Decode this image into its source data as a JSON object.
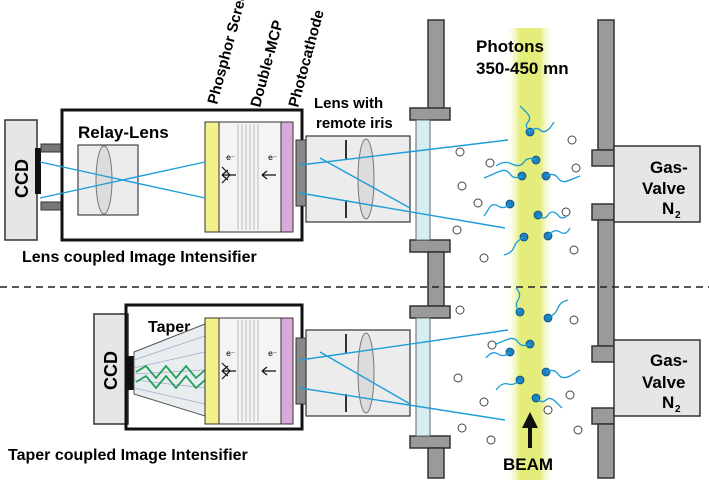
{
  "labels": {
    "phosphor_screen": "Phosphor Screen",
    "double_mcp": "Double-MCP",
    "photocathode": "Photocathode",
    "photons_line1": "Photons",
    "photons_line2": "350-450 mn",
    "lens_with": "Lens with",
    "remote_iris": "remote iris",
    "relay_lens": "Relay-Lens",
    "ccd_top": "CCD",
    "ccd_bottom": "CCD",
    "lens_coupled": "Lens coupled Image Intensifier",
    "taper": "Taper",
    "taper_coupled": "Taper coupled Image Intensifier",
    "gas_valve_top_1": "Gas-",
    "gas_valve_top_2": "Valve",
    "gas_valve_top_n": "N",
    "gas_valve_top_sub": "2",
    "gas_valve_bot_1": "Gas-",
    "gas_valve_bot_2": "Valve",
    "gas_valve_bot_n": "N",
    "gas_valve_bot_sub": "2",
    "beam": "BEAM",
    "electron": "e⁻"
  },
  "colors": {
    "beam": "#e8ef8a",
    "phosphor": "#f4f08a",
    "photocathode": "#d9a9d9",
    "light_ray": "#1e9ed8",
    "particle": "#1e7fc0",
    "gray_box": "#e6e6e6",
    "taper_fiber": "#22a05a",
    "flange": "#888888"
  }
}
